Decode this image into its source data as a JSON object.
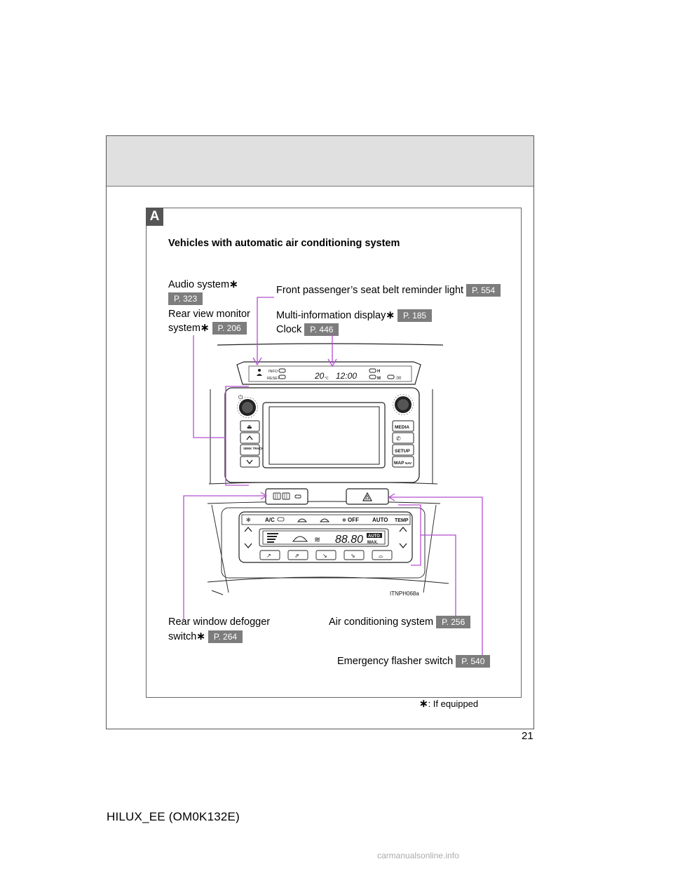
{
  "section_label": "A",
  "heading": "Vehicles with automatic air conditioning system",
  "callouts": {
    "audio": {
      "text": "Audio system",
      "ref": "P. 323"
    },
    "rear_view_line1": "Rear view monitor",
    "rear_view_line2": "system",
    "rear_view_ref": "P. 206",
    "seat_belt": {
      "text": "Front passenger’s seat belt reminder light",
      "ref": "P. 554"
    },
    "multi_info": {
      "text": "Multi-information display",
      "ref": "P. 185"
    },
    "clock": {
      "text": "Clock",
      "ref": "P. 446"
    },
    "defogger_line1": "Rear window defogger",
    "defogger_line2": "switch",
    "defogger_ref": "P. 264",
    "aircon": {
      "text": "Air conditioning system",
      "ref": "P. 256"
    },
    "flasher": {
      "text": "Emergency flasher switch",
      "ref": "P. 540"
    }
  },
  "panel": {
    "info": "INFO",
    "reset": "RESET",
    "temp_display": "20",
    "temp_unit": "°C",
    "clock_display": "12:00",
    "h": "H",
    "m": "M",
    "zero": ":00",
    "media": "MEDIA",
    "setup": "SETUP",
    "map": "MAP",
    "nav": "NAV",
    "seek": "SEEK TRACK",
    "ac": "A/C",
    "off": "OFF",
    "auto": "AUTO",
    "temp": "TEMP",
    "ac_display": "88.80",
    "auto_badge": "AUTO",
    "max": "MAX.",
    "image_code": "ITNPH068a"
  },
  "asterisk": "∗",
  "footnote": ": If equipped",
  "page_number": "21",
  "footer": "HILUX_EE (OM0K132E)",
  "watermark": "carmanualsonline.info",
  "colors": {
    "leader": "#b34fd1",
    "ref_bg": "#7d7d7d",
    "header_bg": "#e0e0e0"
  }
}
